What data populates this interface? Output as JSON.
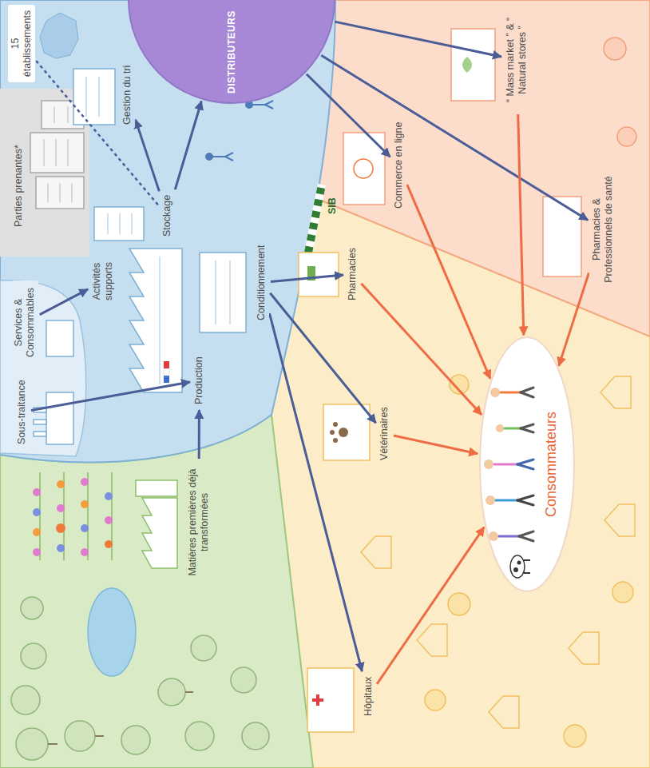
{
  "diagram": {
    "nodes": [
      {
        "text": [
          "Matières premières déjà transformées"
        ]
      },
      {
        "text": [
          "Sous-traitance"
        ]
      },
      {
        "text": [
          "Services & Consommables"
        ]
      },
      {
        "text": [
          "Activités supports"
        ]
      },
      {
        "text": [
          "15 établissements"
        ]
      },
      {
        "text": [
          "Parties prenantes*"
        ]
      },
      {
        "text": [
          "Production"
        ]
      },
      {
        "text": [
          "Conditionnement"
        ]
      },
      {
        "text": [
          "Stockage"
        ]
      },
      {
        "text": [
          "Gestion du tri"
        ]
      },
      {
        "text": [
          "DISTRIBUTEURS"
        ]
      },
      {
        "text": [
          "Commerce en ligne"
        ]
      },
      {
        "text": [
          "“ Mass market ” & “ Natural stores ”"
        ]
      },
      {
        "text": [
          "Pharmacies & Professionnels de santé"
        ]
      },
      {
        "text": [
          "Pharmacies"
        ]
      },
      {
        "text": [
          "Vétérinaires"
        ]
      },
      {
        "text": [
          "Hôpitaux"
        ]
      },
      {
        "text": [
          "Consommateurs"
        ]
      }
    ],
    "edges": [
      {
        "from": 0,
        "to": 6,
        "arrow": "to"
      },
      {
        "from": 1,
        "to": 6,
        "arrow": "to"
      },
      {
        "from": 2,
        "to": 3,
        "arrow": "to"
      },
      {
        "from": 4,
        "to": 8,
        "arrow": "none"
      },
      {
        "from": 8,
        "to": 9,
        "arrow": "to"
      },
      {
        "from": 8,
        "to": 10,
        "arrow": "to"
      },
      {
        "from": 7,
        "to": 14,
        "arrow": "to"
      },
      {
        "from": 7,
        "to": 15,
        "arrow": "to"
      },
      {
        "from": 7,
        "to": 16,
        "arrow": "to"
      },
      {
        "from": 10,
        "to": 11,
        "arrow": "to"
      },
      {
        "from": 10,
        "to": 12,
        "arrow": "to"
      },
      {
        "from": 10,
        "to": 13,
        "arrow": "to"
      },
      {
        "from": 11,
        "to": 17,
        "arrow": "to"
      },
      {
        "from": 12,
        "to": 17,
        "arrow": "to"
      },
      {
        "from": 13,
        "to": 17,
        "arrow": "to"
      },
      {
        "from": 14,
        "to": 17,
        "arrow": "to"
      },
      {
        "from": 15,
        "to": 17,
        "arrow": "to"
      },
      {
        "from": 16,
        "to": 17,
        "arrow": "to"
      }
    ],
    "labels": [
      "SIB"
    ]
  }
}
